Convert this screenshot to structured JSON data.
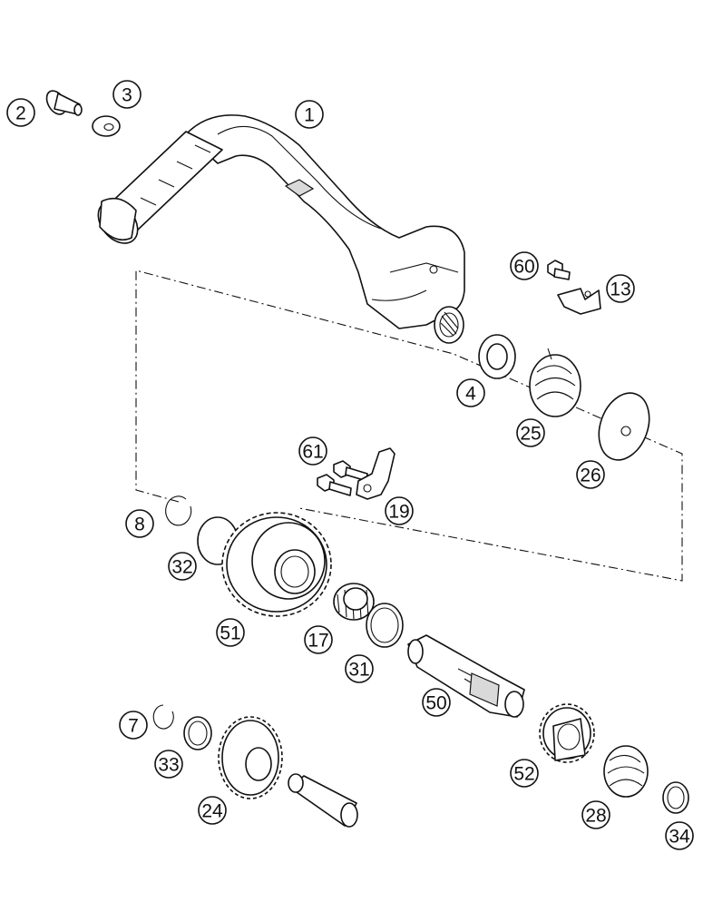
{
  "callouts": {
    "c1": "1",
    "c2": "2",
    "c3": "3",
    "c4": "4",
    "c60": "60",
    "c13": "13",
    "c25": "25",
    "c26": "26",
    "c61": "61",
    "c19": "19",
    "c8": "8",
    "c32": "32",
    "c51": "51",
    "c17": "17",
    "c31": "31",
    "c50": "50",
    "c7": "7",
    "c33": "33",
    "c24": "24",
    "c52": "52",
    "c28": "28",
    "c34": "34"
  }
}
